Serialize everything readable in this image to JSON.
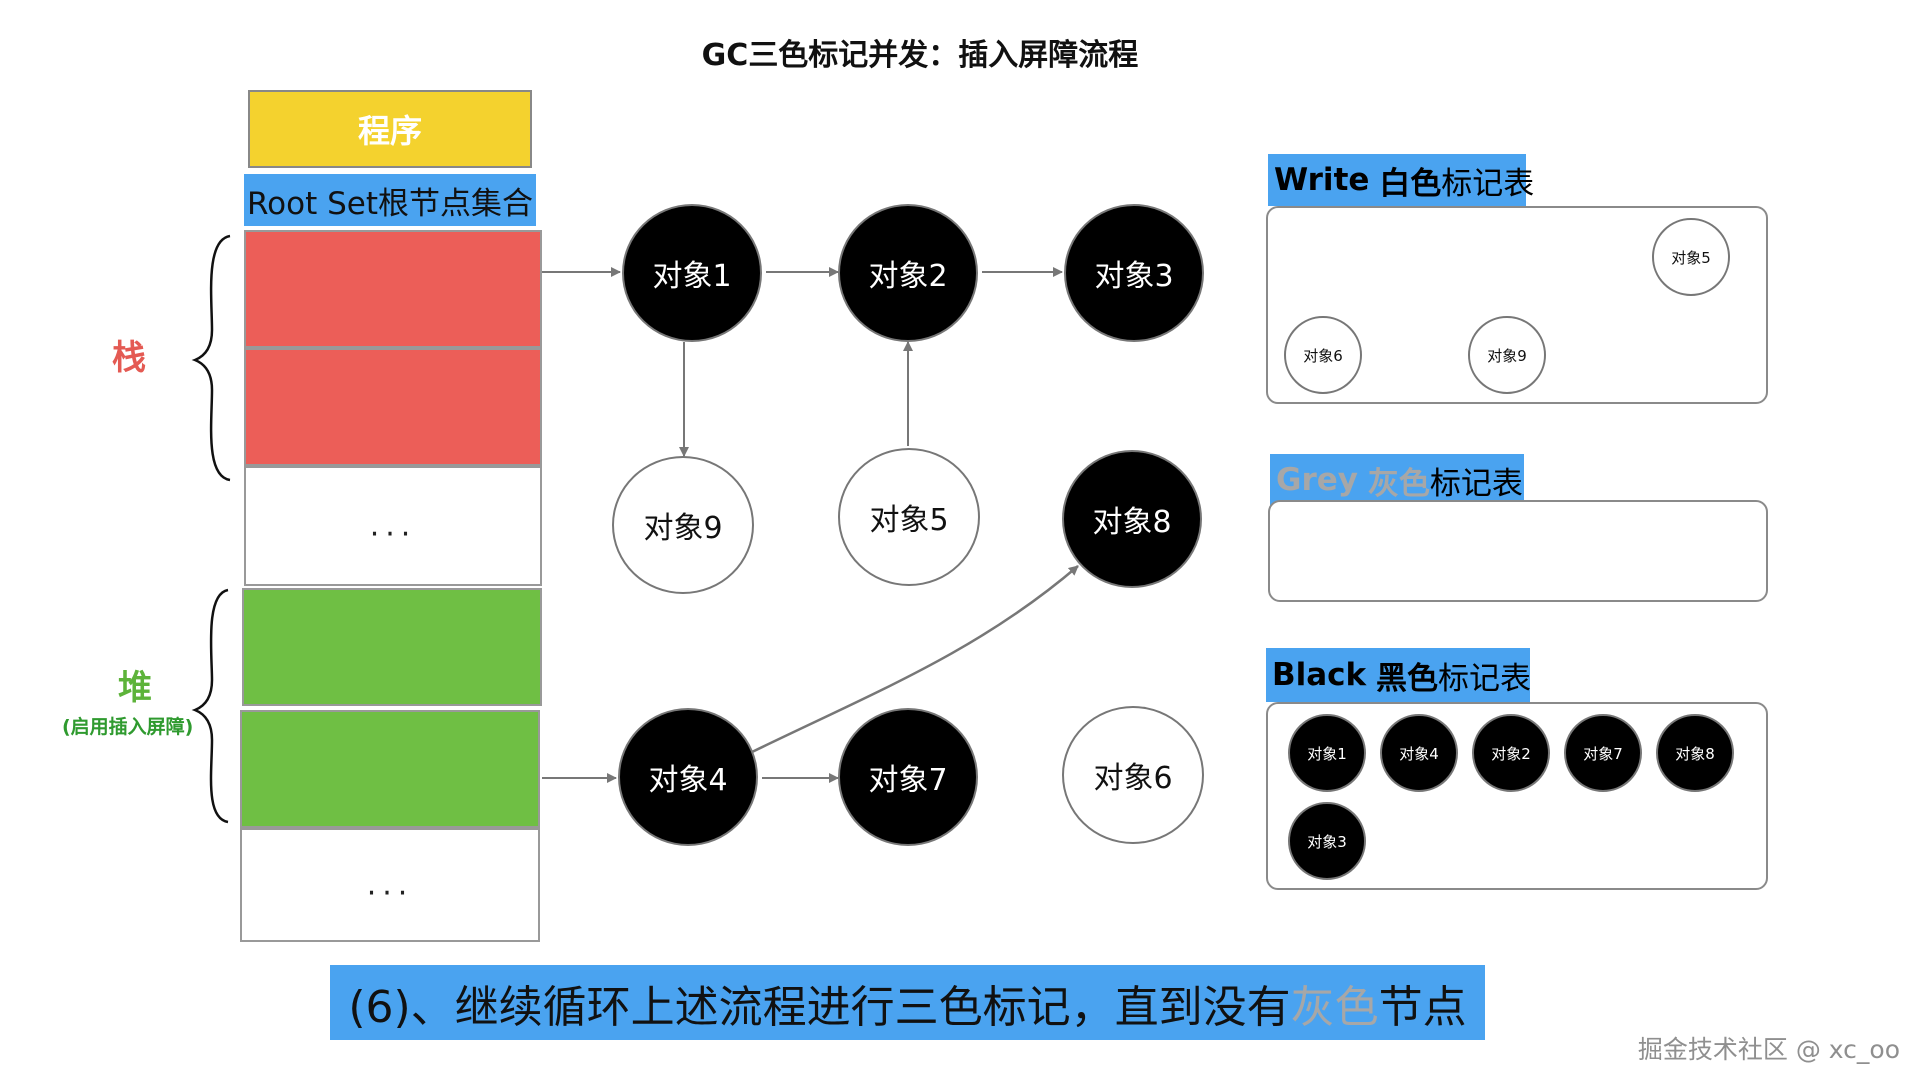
{
  "title": "GC三色标记并发：插入屏障流程",
  "program_label": "程序",
  "rootset_label": "Root Set根节点集合",
  "stack_label": "栈",
  "heap_label": "堆",
  "heap_note": "(启用插入屏障)",
  "ellipsis": "...",
  "nodes": {
    "obj1": "对象1",
    "obj2": "对象2",
    "obj3": "对象3",
    "obj9": "对象9",
    "obj5": "对象5",
    "obj8": "对象8",
    "obj4": "对象4",
    "obj7": "对象7",
    "obj6": "对象6"
  },
  "tables": {
    "white": {
      "label_en": "Write",
      "label_color": "白色",
      "label_suffix": "标记表",
      "items": [
        "对象5",
        "对象6",
        "对象9"
      ]
    },
    "grey": {
      "label_en": "Grey",
      "label_color": "灰色",
      "label_suffix": "标记表",
      "items": []
    },
    "black": {
      "label_en": "Black",
      "label_color": "黑色",
      "label_suffix": "标记表",
      "items": [
        "对象1",
        "对象4",
        "对象2",
        "对象7",
        "对象8",
        "对象3"
      ]
    }
  },
  "caption": {
    "prefix": "(6)、继续循环上述流程进行三色标记，直到没有",
    "highlight": "灰色",
    "suffix": "节点"
  },
  "watermark": "掘金技术社区 @ xc_oo",
  "colors": {
    "accent_blue": "#4aa3f0",
    "stack_red": "#ec5e58",
    "heap_green": "#6fbf44",
    "program_yellow": "#f4d22e"
  }
}
